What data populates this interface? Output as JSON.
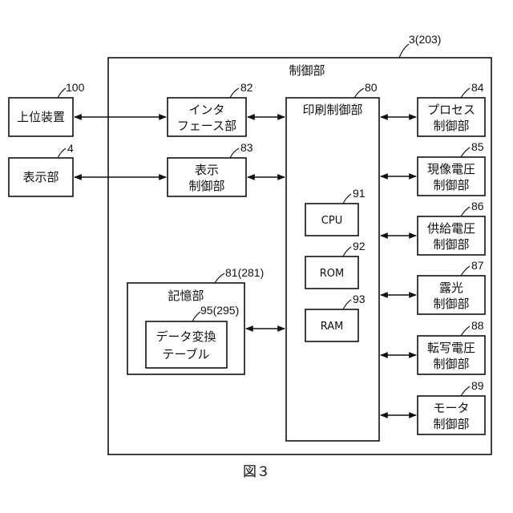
{
  "figure": {
    "caption": "図３",
    "controller_label": "制御部",
    "controller_ref": "3(203)"
  },
  "blocks": {
    "host": {
      "label": "上位装置",
      "ref": "100"
    },
    "display": {
      "label": "表示部",
      "ref": "4"
    },
    "interface": {
      "line1": "インタ",
      "line2": "フェース部",
      "ref": "82"
    },
    "display_ctrl": {
      "line1": "表示",
      "line2": "制御部",
      "ref": "83"
    },
    "storage": {
      "label": "記憶部",
      "ref": "81(281)"
    },
    "conversion_table": {
      "line1": "データ変換",
      "line2": "テーブル",
      "ref": "95(295)"
    },
    "print_ctrl": {
      "label": "印刷制御部",
      "ref": "80"
    },
    "cpu": {
      "label": "CPU",
      "ref": "91"
    },
    "rom": {
      "label": "ROM",
      "ref": "92"
    },
    "ram": {
      "label": "RAM",
      "ref": "93"
    },
    "process_ctrl": {
      "line1": "プロセス",
      "line2": "制御部",
      "ref": "84"
    },
    "dev_voltage_ctrl": {
      "line1": "現像電圧",
      "line2": "制御部",
      "ref": "85"
    },
    "supply_voltage_ctrl": {
      "line1": "供給電圧",
      "line2": "制御部",
      "ref": "86"
    },
    "exposure_ctrl": {
      "line1": "露光",
      "line2": "制御部",
      "ref": "87"
    },
    "transfer_voltage_ctrl": {
      "line1": "転写電圧",
      "line2": "制御部",
      "ref": "88"
    },
    "motor_ctrl": {
      "line1": "モータ",
      "line2": "制御部",
      "ref": "89"
    }
  }
}
